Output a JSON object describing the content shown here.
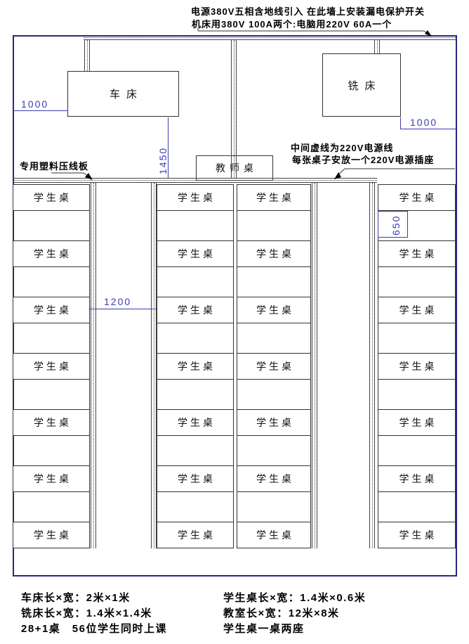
{
  "annotations": {
    "power_top_line1": "电源380V五相含地线引入  在此墙上安装漏电保护开关",
    "power_top_line2": "机床用380V 100A两个:电脑用220V 60A一个",
    "mid_power_line1": "中间虚线为220V电源线",
    "mid_power_line2": "每张桌子安放一个220V电源插座",
    "cable_board": "专用塑料压线板"
  },
  "machines": {
    "lathe": "车床",
    "mill": "铣床",
    "teacher_desk": "教师桌"
  },
  "grid": {
    "rows": 7,
    "columns": 4,
    "desk_label": "学生桌",
    "total_desks": 28
  },
  "dimensions": {
    "wall_to_lathe": "1000",
    "lathe_to_front": "1450",
    "mill_to_wall": "1000",
    "aisle_width": "1200",
    "row_gap": "650"
  },
  "legend": {
    "lathe_size": "车床长×宽：2米×1米",
    "mill_size": "铣床长×宽：1.4米×1.4米",
    "desk_count": "28+1桌　56位学生同时上课",
    "student_desk_size": "学生桌长×宽：1.4米×0.6米",
    "classroom_size": "教室长×宽：12米×8米",
    "seats_per_desk": "学生桌一桌两座"
  },
  "colors": {
    "wall": "#28287c",
    "dimension_blue": "#3b3bb0",
    "line": "#444444"
  }
}
